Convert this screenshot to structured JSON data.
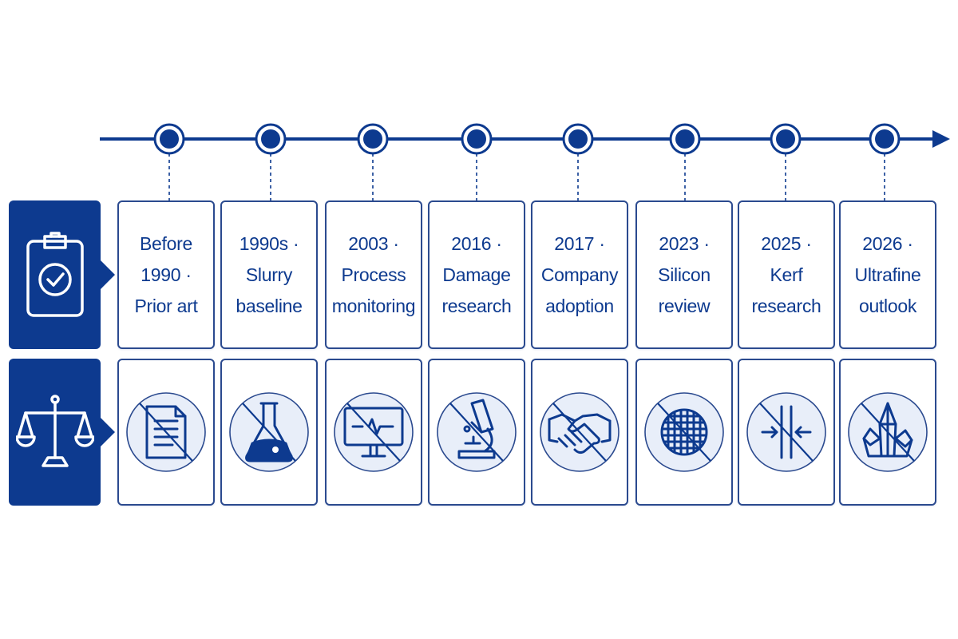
{
  "colors": {
    "primary": "#0d3a8f",
    "card_border": "#2b4a8f",
    "circle_fill": "#e8eef9",
    "background": "#ffffff"
  },
  "rows": [
    {
      "icon": "clipboard-check-icon"
    },
    {
      "icon": "scales-of-justice-icon"
    }
  ],
  "milestones": [
    {
      "lines": [
        "Before",
        "1990 ·",
        "Prior art"
      ],
      "icon": "document-icon"
    },
    {
      "lines": [
        "1990s ·",
        "Slurry",
        "baseline"
      ],
      "icon": "flask-icon"
    },
    {
      "lines": [
        "2003 ·",
        "Process",
        "monitoring"
      ],
      "icon": "monitor-waveform-icon"
    },
    {
      "lines": [
        "2016 ·",
        "Damage",
        "research"
      ],
      "icon": "microscope-icon"
    },
    {
      "lines": [
        "2017 ·",
        "Company",
        "adoption"
      ],
      "icon": "handshake-icon"
    },
    {
      "lines": [
        "2023 ·",
        "Silicon",
        "review"
      ],
      "icon": "wafer-icon"
    },
    {
      "lines": [
        "2025 ·",
        "Kerf",
        "research"
      ],
      "icon": "kerf-icon"
    },
    {
      "lines": [
        "2026 ·",
        "Ultrafine",
        "outlook"
      ],
      "icon": "crystal-icon"
    }
  ]
}
